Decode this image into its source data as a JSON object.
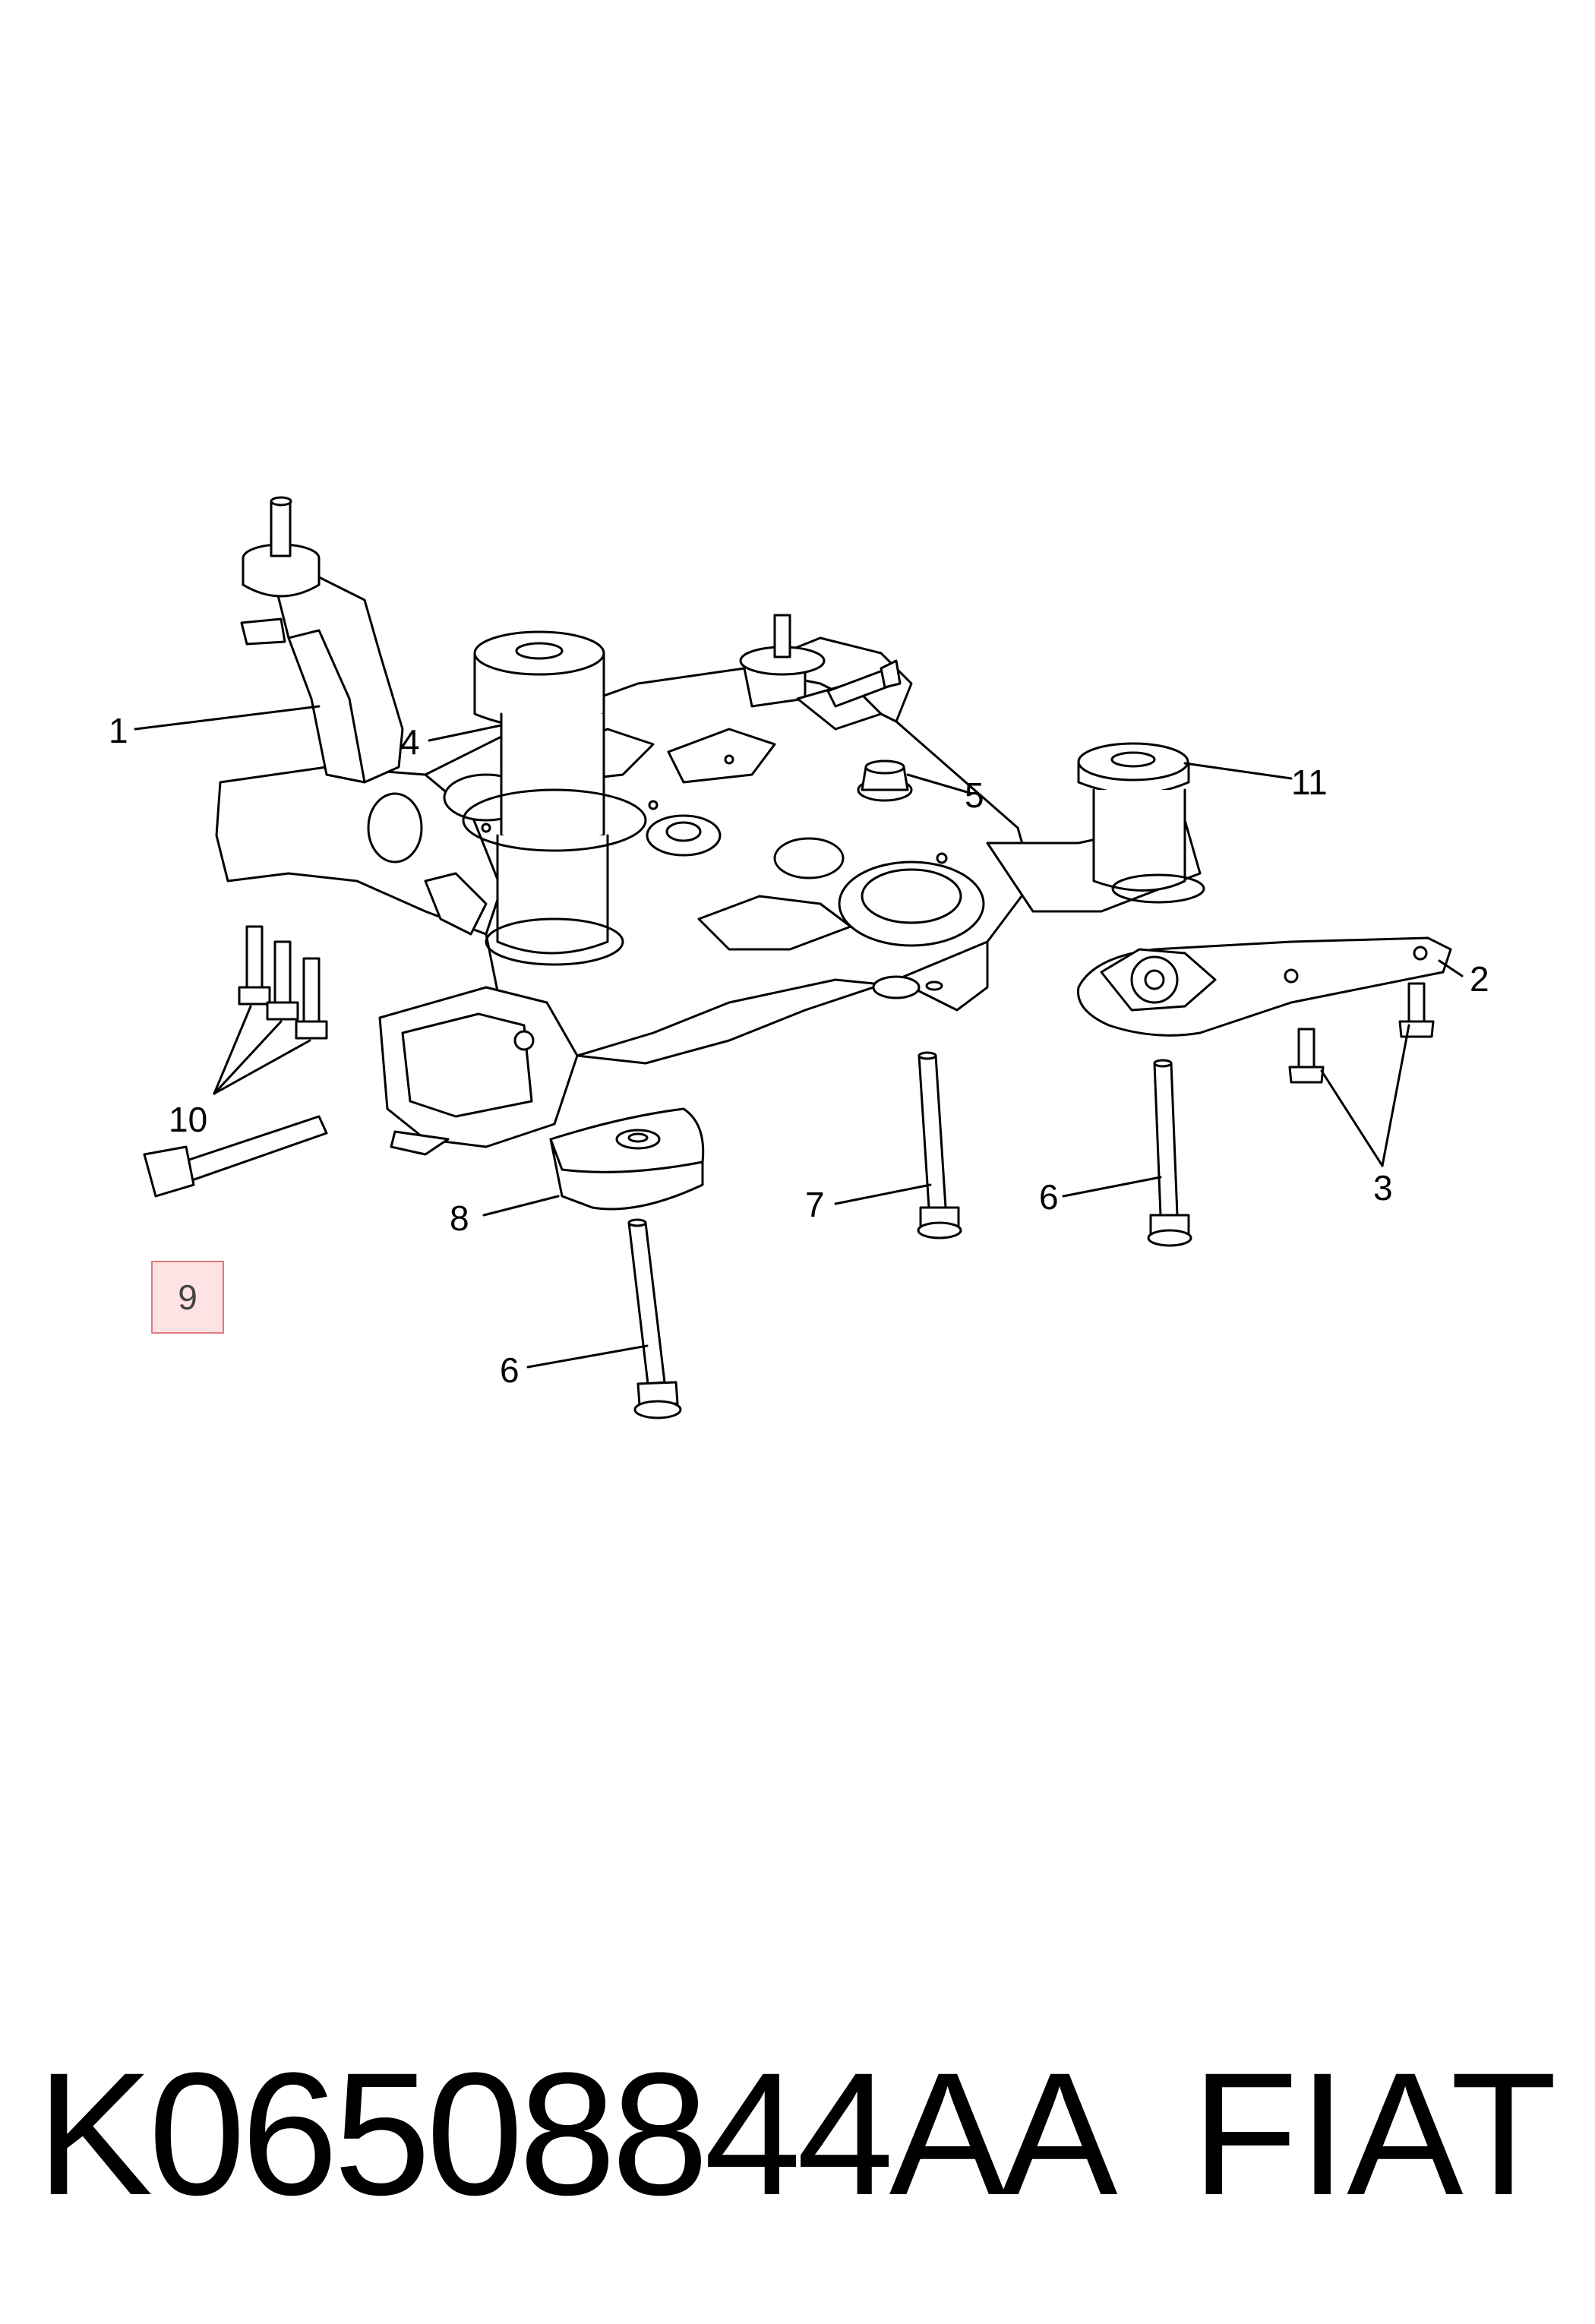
{
  "diagram": {
    "callouts": [
      {
        "id": "c1",
        "label": "1"
      },
      {
        "id": "c2",
        "label": "2"
      },
      {
        "id": "c3",
        "label": "3"
      },
      {
        "id": "c4",
        "label": "4"
      },
      {
        "id": "c5",
        "label": "5"
      },
      {
        "id": "c6a",
        "label": "6"
      },
      {
        "id": "c6b",
        "label": "6"
      },
      {
        "id": "c7",
        "label": "7"
      },
      {
        "id": "c8",
        "label": "8"
      },
      {
        "id": "c10",
        "label": "10"
      },
      {
        "id": "c11",
        "label": "11"
      }
    ],
    "highlighted_callout": "9",
    "highlight_color": "#fde3e3"
  },
  "footer": {
    "part_number": "K06508844AA",
    "brand": "FIAT"
  }
}
